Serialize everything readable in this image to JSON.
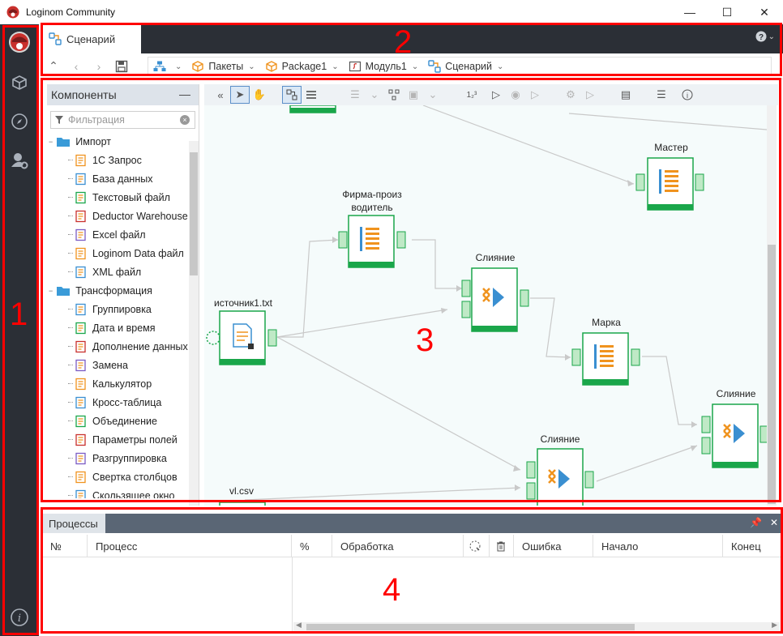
{
  "window": {
    "title": "Loginom Community",
    "controls": {
      "minimize": "—",
      "maximize": "☐",
      "close": "✕"
    }
  },
  "tabs": {
    "active": "Сценарий"
  },
  "breadcrumbs": [
    {
      "label": "",
      "icon": "tree-icon"
    },
    {
      "label": "Пакеты",
      "icon": "package-icon"
    },
    {
      "label": "Package1",
      "icon": "package-icon"
    },
    {
      "label": "Модуль1",
      "icon": "module-icon"
    },
    {
      "label": "Сценарий",
      "icon": "scenario-icon"
    }
  ],
  "components": {
    "title": "Компоненты",
    "filter_placeholder": "Фильтрация",
    "groups": [
      {
        "label": "Импорт",
        "items": [
          "1С Запрос",
          "База данных",
          "Текстовый файл",
          "Deductor Warehouse",
          "Excel файл",
          "Loginom Data файл",
          "XML файл"
        ]
      },
      {
        "label": "Трансформация",
        "items": [
          "Группировка",
          "Дата и время",
          "Дополнение данных",
          "Замена",
          "Калькулятор",
          "Кросс-таблица",
          "Объединение",
          "Параметры полей",
          "Разгруппировка",
          "Свертка столбцов",
          "Скользящее окно"
        ]
      }
    ]
  },
  "canvas": {
    "nodes": [
      {
        "id": "master",
        "label": "Мастер",
        "kind": "edit"
      },
      {
        "id": "firma",
        "label": "Фирма-производитель",
        "label_lines": [
          "Фирма-произ",
          "водитель"
        ],
        "kind": "edit"
      },
      {
        "id": "merge1",
        "label": "Слияние",
        "kind": "merge"
      },
      {
        "id": "source1",
        "label": "источник1.txt",
        "kind": "textfile"
      },
      {
        "id": "marka",
        "label": "Марка",
        "kind": "edit"
      },
      {
        "id": "merge2",
        "label": "Слияние",
        "kind": "merge"
      },
      {
        "id": "merge3",
        "label": "Слияние",
        "kind": "merge"
      },
      {
        "id": "vlcsv",
        "label": "vl.csv",
        "kind": "textfile"
      }
    ]
  },
  "processes": {
    "tab": "Процессы",
    "columns": [
      "№",
      "Процесс",
      "%",
      "Обработка",
      "",
      "",
      "Ошибка",
      "Начало",
      "Конец"
    ]
  },
  "annotations": [
    "1",
    "2",
    "3",
    "4"
  ],
  "colors": {
    "accent_green": "#1aa64a",
    "port_green": "#bfe9c6",
    "edit_blue": "#3a8fd1",
    "edit_orange": "#f0931e",
    "rail_dark": "#2b2f36",
    "annotation_red": "#ff0000"
  }
}
